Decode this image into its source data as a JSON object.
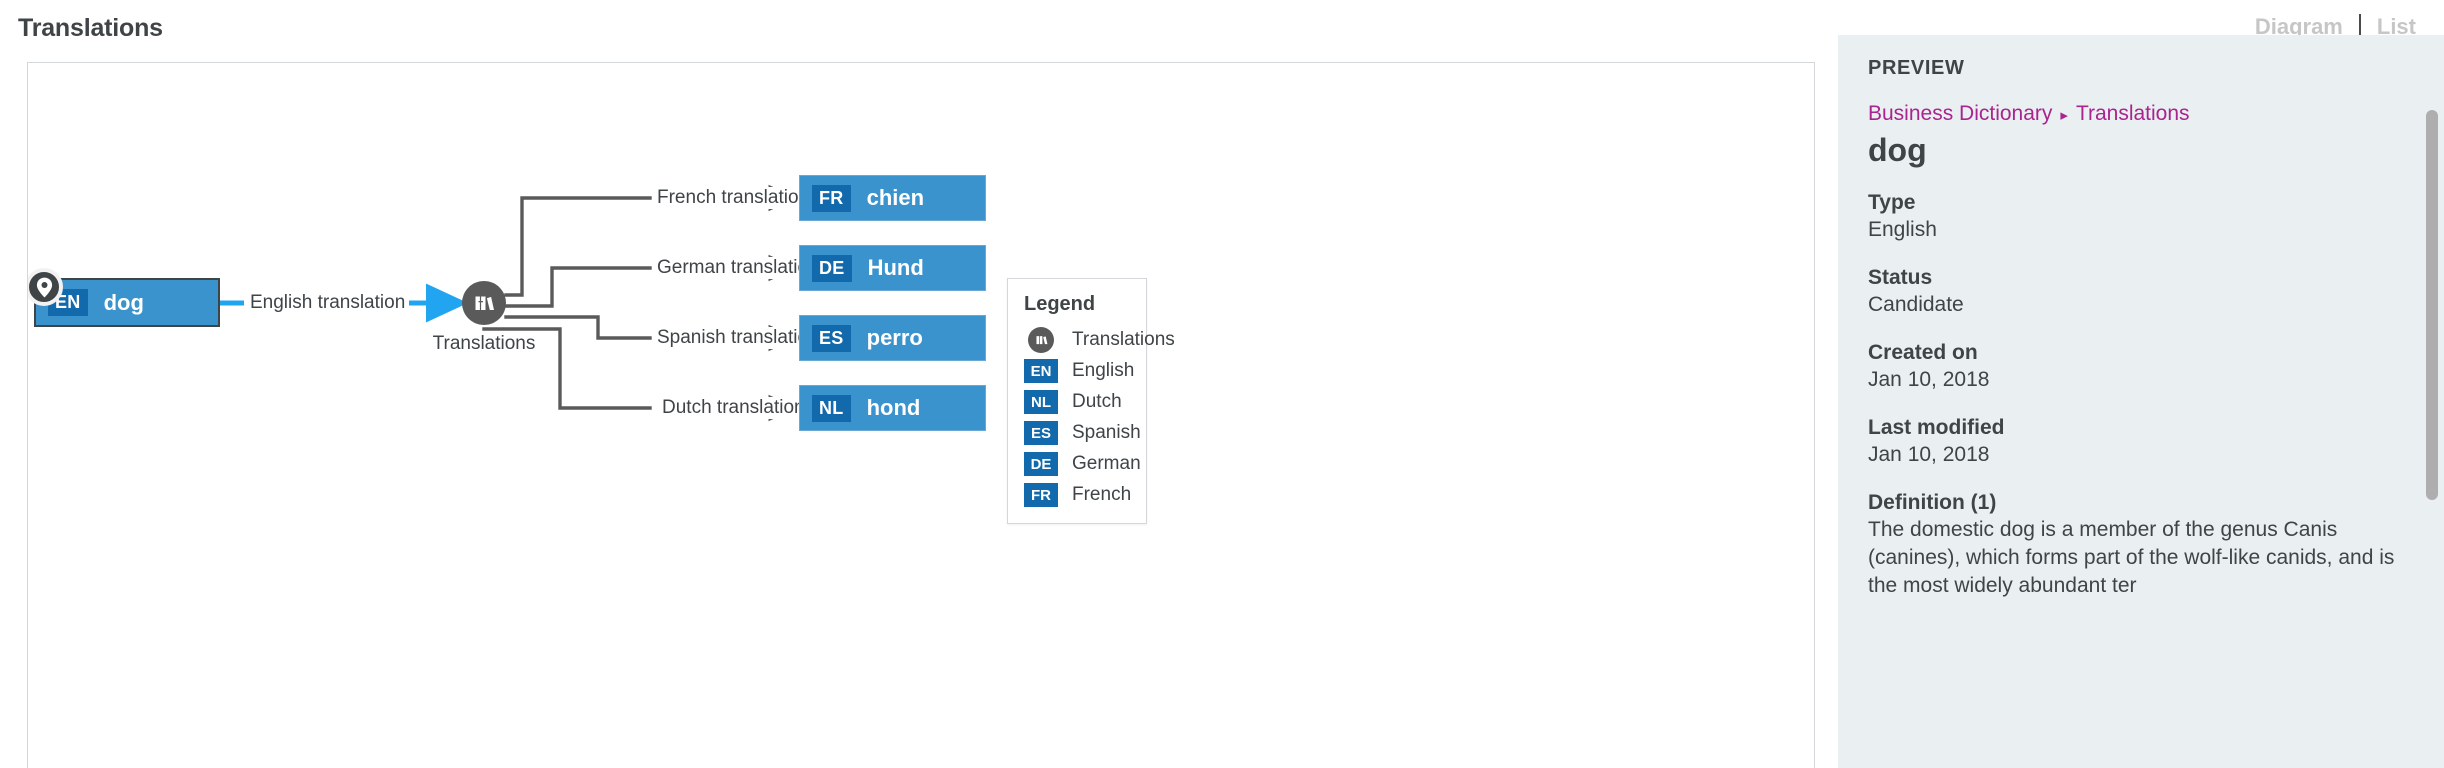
{
  "header": {
    "title": "Translations",
    "views": [
      {
        "label": "Diagram",
        "name": "view-diagram"
      },
      {
        "label": "List",
        "name": "view-list"
      }
    ]
  },
  "diagram": {
    "source_node": {
      "lang": "EN",
      "label": "dog",
      "pin_icon": "map-pin-icon"
    },
    "hub": {
      "icon": "books-icon",
      "caption": "Translations"
    },
    "primary_edge_label": "English translation",
    "edges": [
      {
        "label": "French translation",
        "lang": "FR",
        "term": "chien"
      },
      {
        "label": "German translation",
        "lang": "DE",
        "term": "Hund"
      },
      {
        "label": "Spanish translation",
        "lang": "ES",
        "term": "perro"
      },
      {
        "label": "Dutch translation",
        "lang": "NL",
        "term": "hond"
      }
    ],
    "legend": {
      "title": "Legend",
      "items": [
        {
          "swatch": "hub",
          "code": "",
          "label": "Translations"
        },
        {
          "swatch": "code",
          "code": "EN",
          "label": "English"
        },
        {
          "swatch": "code",
          "code": "NL",
          "label": "Dutch"
        },
        {
          "swatch": "code",
          "code": "ES",
          "label": "Spanish"
        },
        {
          "swatch": "code",
          "code": "DE",
          "label": "German"
        },
        {
          "swatch": "code",
          "code": "FR",
          "label": "French"
        }
      ]
    }
  },
  "preview": {
    "heading": "PREVIEW",
    "breadcrumb": {
      "parent": "Business Dictionary",
      "separator": "▸",
      "current": "Translations"
    },
    "term": "dog",
    "fields": [
      {
        "label": "Type",
        "value": "English"
      },
      {
        "label": "Status",
        "value": "Candidate"
      },
      {
        "label": "Created on",
        "value": "Jan 10, 2018"
      },
      {
        "label": "Last modified",
        "value": "Jan 10, 2018"
      },
      {
        "label": "Definition (1)",
        "value": "The domestic dog is a member of the genus Canis (canines), which forms part of the wolf-like canids, and is the most widely abundant ter"
      }
    ]
  },
  "colors": {
    "node_fill": "#3b93ce",
    "chip_fill": "#1269ab",
    "hub_fill": "#5a5a5a",
    "edge_primary": "#22a5f0",
    "edge_default": "#5a5a5a",
    "panel_bg": "#eaeff2",
    "breadcrumb": "#a9248e",
    "text": "#3f4447"
  }
}
